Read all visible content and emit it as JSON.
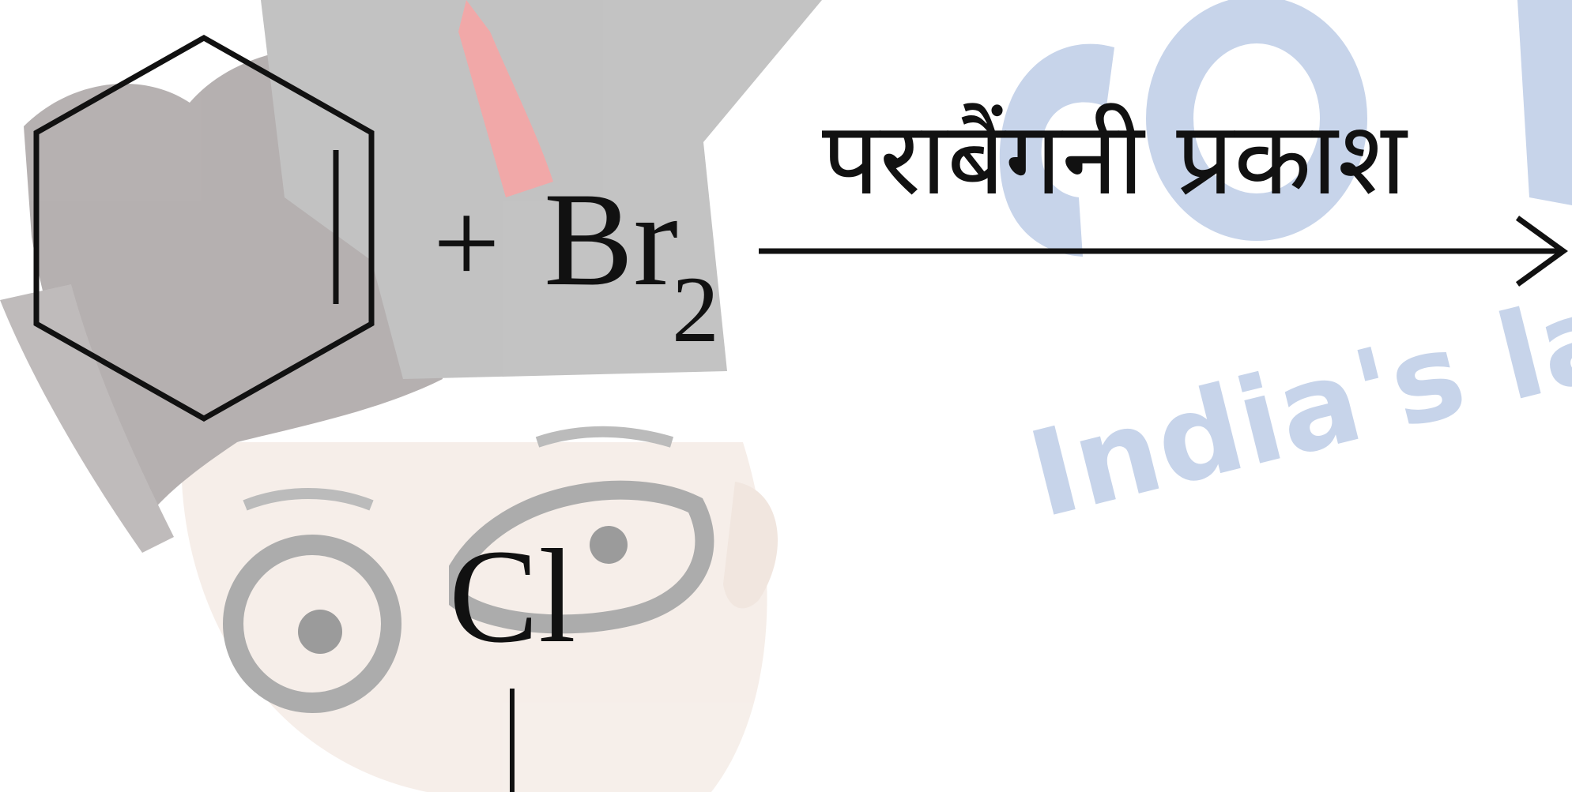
{
  "reaction": {
    "plus_sign": "+",
    "reagent_symbol": "Br",
    "reagent_subscript": "2",
    "condition_label": "पराबैंगनी प्रकाश",
    "substituent_label": "Cl"
  },
  "watermark": {
    "tagline": "India's la",
    "brand_fragment": "co"
  },
  "colors": {
    "ink": "#111111",
    "watermark_blue": "#c7d4ea",
    "watermark_gray": "#bdbdbd",
    "watermark_hair": "#a3a3a3",
    "watermark_skin": "#f3e6dc",
    "watermark_tie": "#f2a8a8"
  }
}
